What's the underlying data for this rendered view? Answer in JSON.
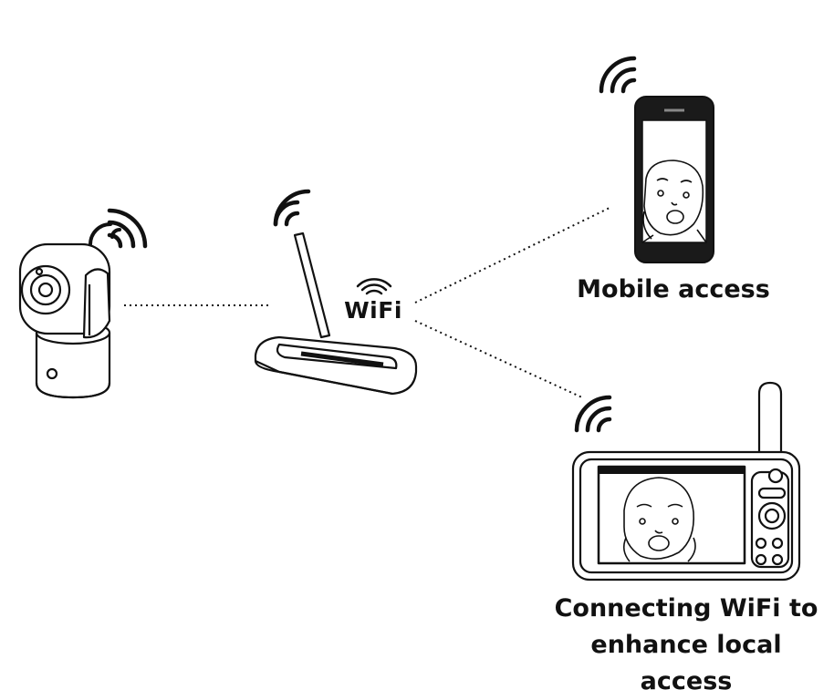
{
  "labels": {
    "wifi": "WiFi",
    "mobile_access": "Mobile access",
    "local_access_line1": "Connecting WiFi to",
    "local_access_line2": "enhance local access"
  },
  "icons": {
    "camera": "baby-camera-icon",
    "router": "wifi-router-icon",
    "phone": "smartphone-icon",
    "monitor": "parent-monitor-icon"
  },
  "colors": {
    "stroke": "#111111",
    "background": "#ffffff"
  }
}
